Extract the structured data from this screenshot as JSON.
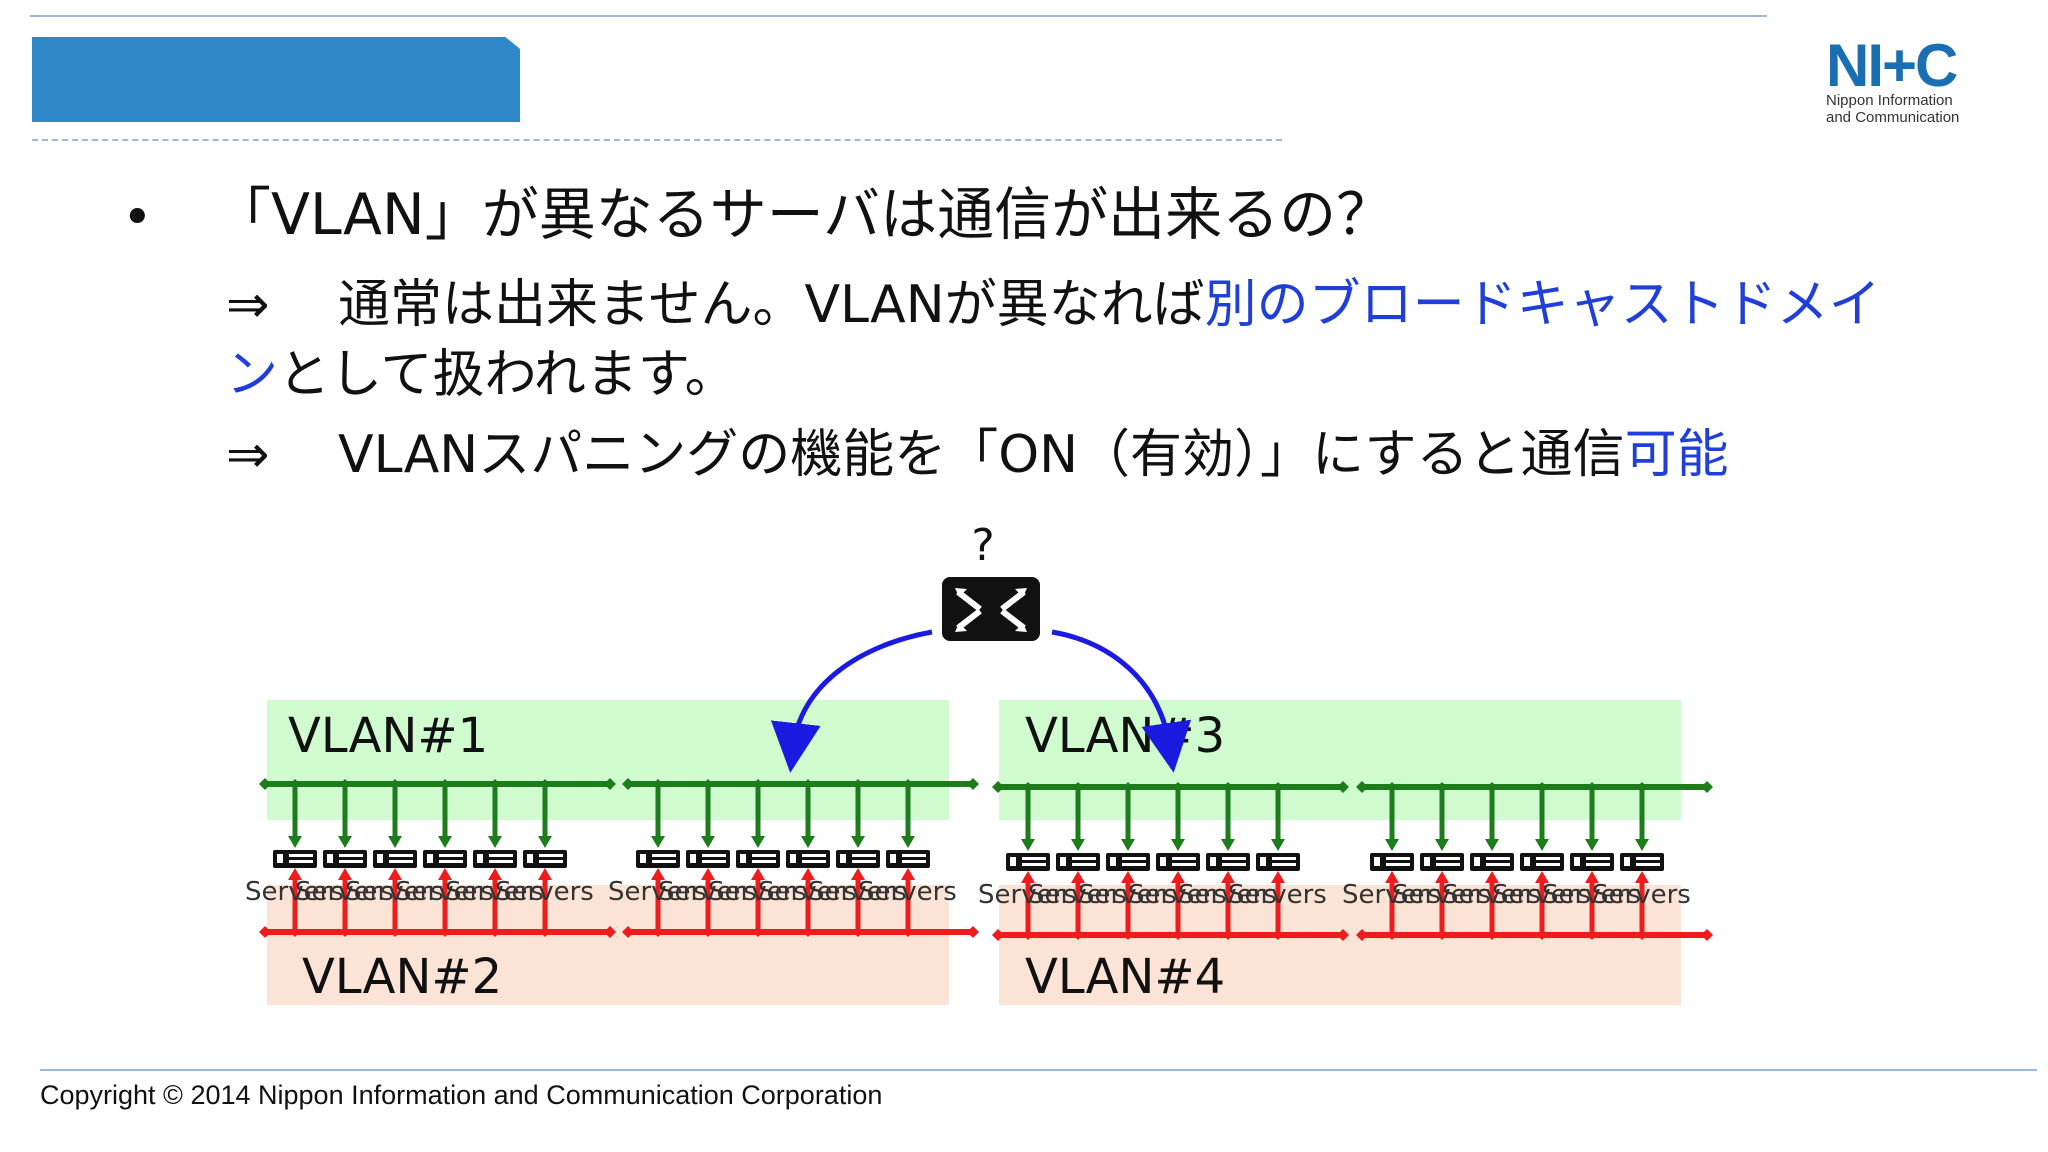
{
  "header": {
    "title": "",
    "logo_text": "NI+C",
    "logo_line1": "Nippon Information",
    "logo_line2": "and Communication"
  },
  "content": {
    "bullet": "•",
    "question": "「VLAN」が異なるサーバは通信が出来るの？",
    "answer1": {
      "arrow": "⇒",
      "text_before": "通常は出来ません。VLANが異なれば",
      "text_highlight": "別のブロードキャストドメイン",
      "text_after": "として扱われます。"
    },
    "answer2": {
      "arrow": "⇒",
      "text_before": "VLANスパニングの機能を「ON（有効）」にすると通信",
      "text_highlight": "可能"
    }
  },
  "diagram": {
    "question_mark": "?",
    "vlans": [
      "VLAN#1",
      "VLAN#2",
      "VLAN#3",
      "VLAN#4"
    ],
    "server_label": "Servers",
    "colors": {
      "green_bg": "#cffbcf",
      "red_bg": "#fbe3d6",
      "green_line": "#1d7d1d",
      "red_line": "#ee1c1c",
      "arrow": "#1a1ae0"
    }
  },
  "footer": {
    "copyright": "Copyright © 2014 Nippon Information and Communication Corporation"
  }
}
